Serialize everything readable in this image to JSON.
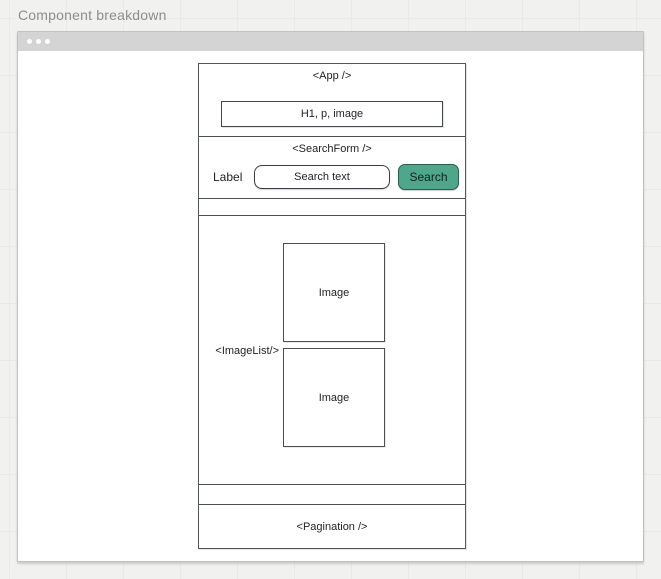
{
  "page": {
    "title": "Component breakdown"
  },
  "window": {
    "traffic_dots": [
      "dot",
      "dot",
      "dot"
    ]
  },
  "app": {
    "root_label": "<App />",
    "header_box_label": "H1, p, image",
    "search_form": {
      "label": "<SearchForm />",
      "field_label": "Label",
      "input_value": "Search text",
      "button_label": "Search"
    },
    "image_list": {
      "label": "<ImageList/>",
      "items": [
        "Image",
        "Image"
      ]
    },
    "pagination": {
      "label": "<Pagination />"
    }
  },
  "colors": {
    "accent_green": "#4ea78a",
    "accent_green_border": "#2e5c4b",
    "titlebar_gray": "#d4d4d4",
    "canvas_bg": "#f1f1ef",
    "wireframe_border": "#4b4e52",
    "title_text": "#8d8d8d"
  }
}
